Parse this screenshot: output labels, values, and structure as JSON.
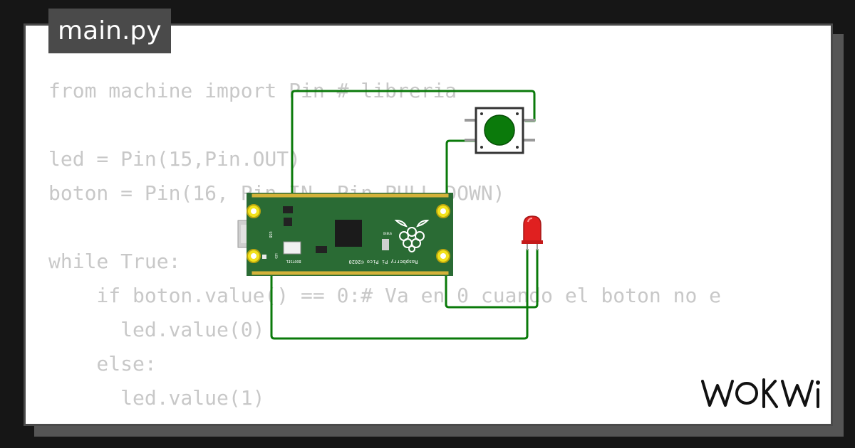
{
  "file_tab": {
    "label": "main.py"
  },
  "code_lines": [
    "from machine import Pin # libreria",
    "",
    "led = Pin(15,Pin.OUT)",
    "boton = Pin(16, Pin.IN, Pin.PULL_DOWN)",
    "",
    "while True:",
    "    if boton.value() == 0:# Va en 0 cuando el boton no e",
    "      led.value(0)",
    "    else:",
    "      led.value(1)"
  ],
  "board": {
    "silkscreen": {
      "brand": "Raspberry Pi Pico ©2020",
      "bootsel": "BOOTSEL",
      "usb": "USB",
      "led": "LED",
      "debug": "DEBUG"
    }
  },
  "brand_logo": {
    "text": "WOKWI"
  },
  "colors": {
    "wire": "#0a7a0a",
    "board": "#2a6b34",
    "button": "#0b7a0b",
    "led": "#e02020",
    "code": "#c8c8c8"
  }
}
